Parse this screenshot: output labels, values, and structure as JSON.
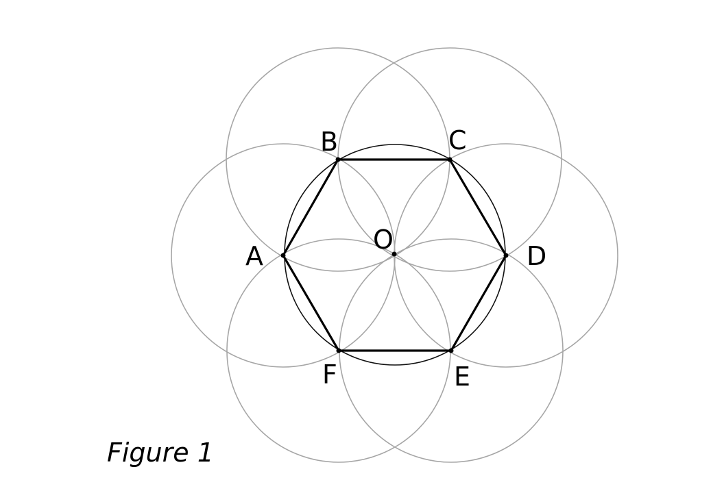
{
  "points": [
    {
      "key": "A",
      "label": "A"
    },
    {
      "key": "B",
      "label": "B"
    },
    {
      "key": "C",
      "label": "C"
    },
    {
      "key": "D",
      "label": "D"
    },
    {
      "key": "E",
      "label": "E"
    },
    {
      "key": "F",
      "label": "F"
    },
    {
      "key": "O",
      "label": "O"
    }
  ],
  "caption": "Figure 1",
  "colors": {
    "construction_circles": "#a6a6a6",
    "circumcircle": "#111111",
    "hexagon": "#000000"
  }
}
